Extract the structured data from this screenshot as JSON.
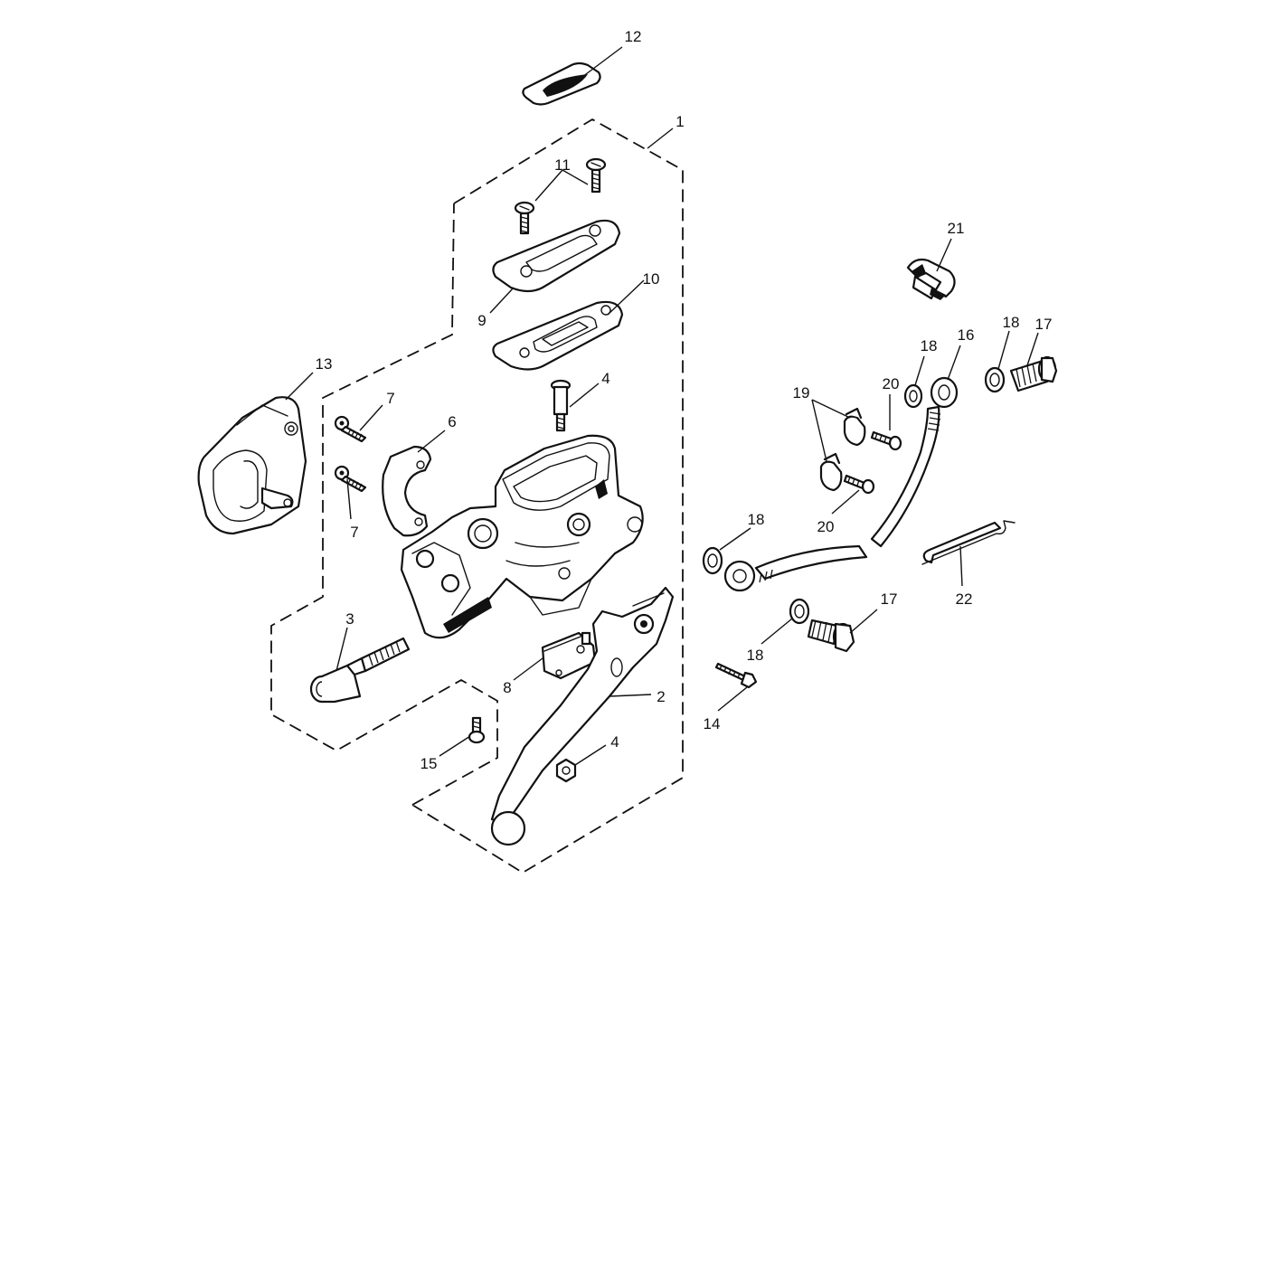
{
  "diagram": {
    "title": "",
    "callouts": {
      "c1": "1",
      "c2": "2",
      "c3": "3",
      "c4a": "4",
      "c4b": "4",
      "c6": "6",
      "c7a": "7",
      "c7b": "7",
      "c8": "8",
      "c9": "9",
      "c10": "10",
      "c11": "11",
      "c12": "12",
      "c13": "13",
      "c14": "14",
      "c15": "15",
      "c16": "16",
      "c17a": "17",
      "c17b": "17",
      "c18a": "18",
      "c18b": "18",
      "c18c": "18",
      "c18d": "18",
      "c19": "19",
      "c20a": "20",
      "c20b": "20",
      "c21": "21",
      "c22": "22"
    }
  }
}
